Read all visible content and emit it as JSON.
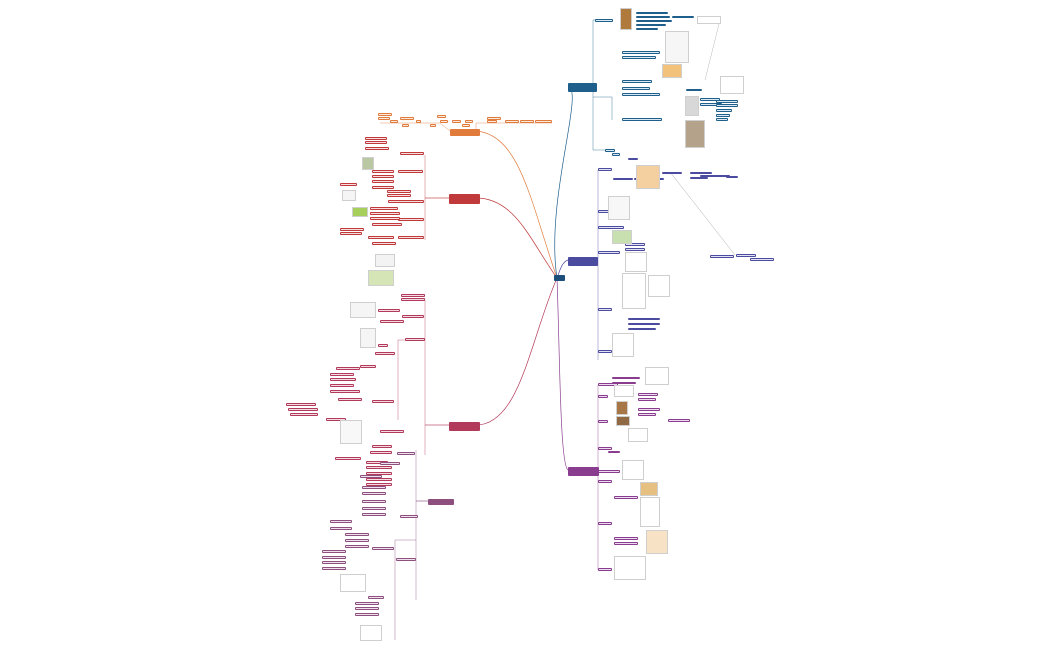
{
  "map": {
    "central_topic": "",
    "main_topics": [
      {
        "id": "orange",
        "label": "",
        "color": "#e07b3c"
      },
      {
        "id": "red",
        "label": "",
        "color": "#c0393b"
      },
      {
        "id": "crimson",
        "label": "",
        "color": "#b23a5a"
      },
      {
        "id": "purple",
        "label": "",
        "color": "#8c4f7e"
      },
      {
        "id": "navy",
        "label": "",
        "color": "#1f5f8b"
      },
      {
        "id": "indigo",
        "label": "",
        "color": "#4b4ba0"
      },
      {
        "id": "violet",
        "label": "",
        "color": "#8a3d8f"
      }
    ]
  },
  "colors": {
    "orange": "#e07b3c",
    "red": "#c0393b",
    "crimson": "#b23a5a",
    "purple": "#8c4f7e",
    "navy": "#1f5f8b",
    "indigo": "#4b4ba0",
    "violet": "#8a3d8f",
    "node_orange_bg": "#fbe9dc",
    "node_red_bg": "#f8dede",
    "node_crimson_bg": "#f4dbe3",
    "node_purple_bg": "#efe2ec",
    "node_blue_bg": "#dbe9f5",
    "node_indigo_bg": "#e2e2f3",
    "node_violet_bg": "#ecdcef"
  }
}
